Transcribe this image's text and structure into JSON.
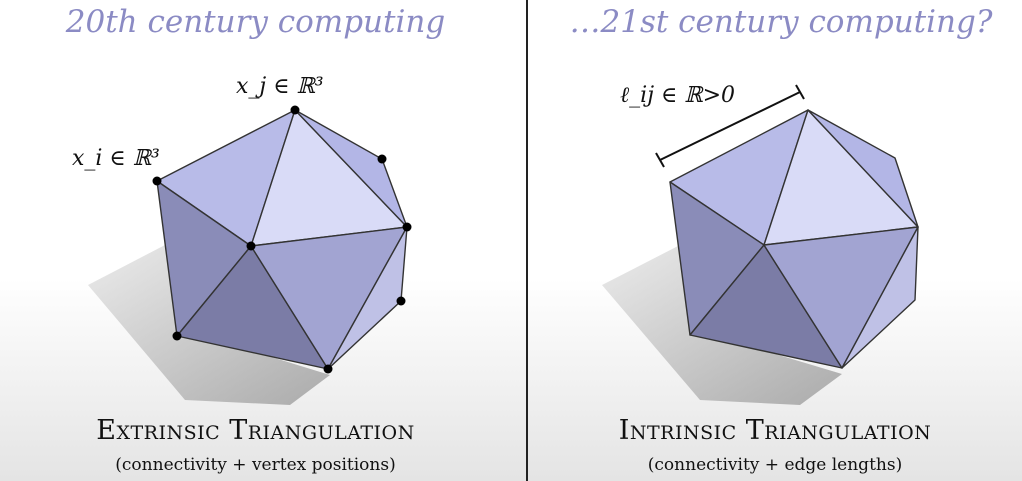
{
  "left": {
    "title": "20th century computing",
    "heading": "Extrinsic Triangulation",
    "subtitle": "(connectivity + vertex positions)",
    "label_i": "x_i ∈ ℝ³",
    "label_j": "x_j ∈ ℝ³"
  },
  "right": {
    "title": "…21st century computing?",
    "heading": "Intrinsic Triangulation",
    "subtitle": "(connectivity + edge lengths)",
    "label_edge": "ℓ_ij ∈ ℝ>0"
  },
  "colors": {
    "title": "#8b8bc4",
    "mesh_light": "#d8daf5",
    "mesh_mid": "#a9abd9",
    "mesh_dark": "#7b7ca6"
  }
}
